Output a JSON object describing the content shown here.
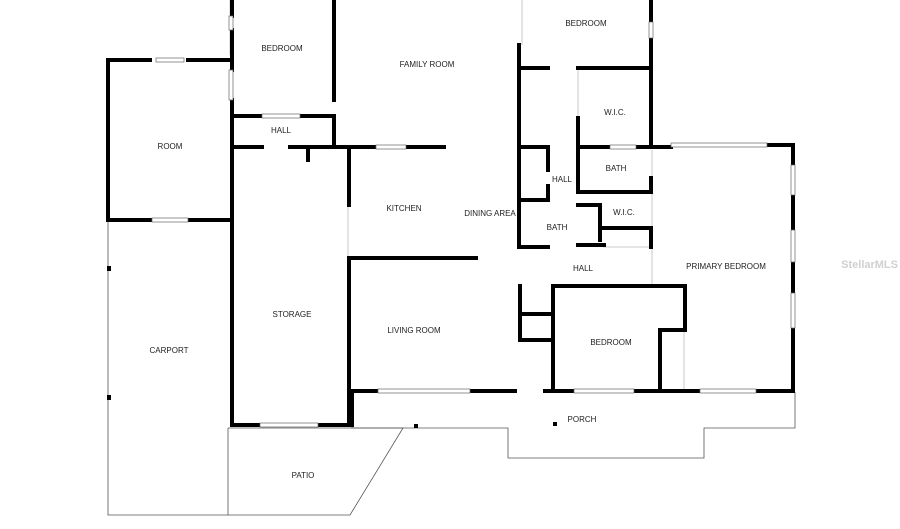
{
  "rooms": {
    "bedroom_top_left": "BEDROOM",
    "family_room": "FAMILY ROOM",
    "bedroom_top_right": "BEDROOM",
    "room": "ROOM",
    "hall_upper": "HALL",
    "wic_upper": "W.I.C.",
    "bath_upper": "BATH",
    "hall_mid": "HALL",
    "kitchen": "KITCHEN",
    "dining_area": "DINING AREA",
    "bath_lower": "BATH",
    "wic_lower": "W.I.C.",
    "hall_lower": "HALL",
    "primary_bedroom": "PRIMARY BEDROOM",
    "storage": "STORAGE",
    "living_room": "LIVING ROOM",
    "bedroom_lower": "BEDROOM",
    "carport": "CARPORT",
    "porch": "PORCH",
    "patio": "PATIO"
  },
  "watermark": "StellarMLS"
}
